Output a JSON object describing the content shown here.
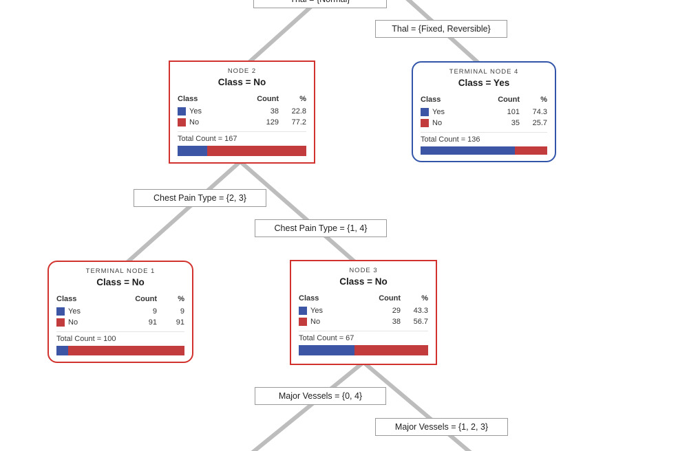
{
  "diagram_type": "decision-tree",
  "colors": {
    "yes_blue": "#3C55A5",
    "no_red": "#C23B3D",
    "split_node_border_red": "#D2322E",
    "terminal_yes_border_blue": "#3355A9",
    "edge_gray": "#BDBDBD",
    "label_box_border": "#9A9A9A"
  },
  "table_header": {
    "class": "Class",
    "count": "Count",
    "percent": "%"
  },
  "row_labels": {
    "yes": "Yes",
    "no": "No"
  },
  "edge_labels": [
    {
      "text": "Thal = {Normal}"
    },
    {
      "text": "Thal = {Fixed, Reversible}"
    },
    {
      "text": "Chest Pain Type = {2, 3}"
    },
    {
      "text": "Chest Pain Type = {1, 4}"
    },
    {
      "text": "Major Vessels = {0, 4}"
    },
    {
      "text": "Major Vessels = {1, 2, 3}"
    }
  ],
  "nodes": [
    {
      "title": "NODE 2",
      "class_assignment": "Class = No",
      "yes_count": "38",
      "yes_percent": "22.8",
      "no_count": "129",
      "no_percent": "77.2",
      "total_label": "Total Count = 167",
      "yes_bar_percent": 22.8
    },
    {
      "title": "TERMINAL NODE 4",
      "class_assignment": "Class = Yes",
      "yes_count": "101",
      "yes_percent": "74.3",
      "no_count": "35",
      "no_percent": "25.7",
      "total_label": "Total Count = 136",
      "yes_bar_percent": 74.3
    },
    {
      "title": "TERMINAL NODE 1",
      "class_assignment": "Class = No",
      "yes_count": "9",
      "yes_percent": "9",
      "no_count": "91",
      "no_percent": "91",
      "total_label": "Total Count = 100",
      "yes_bar_percent": 9
    },
    {
      "title": "NODE 3",
      "class_assignment": "Class = No",
      "yes_count": "29",
      "yes_percent": "43.3",
      "no_count": "38",
      "no_percent": "56.7",
      "total_label": "Total Count = 67",
      "yes_bar_percent": 43.3
    }
  ]
}
